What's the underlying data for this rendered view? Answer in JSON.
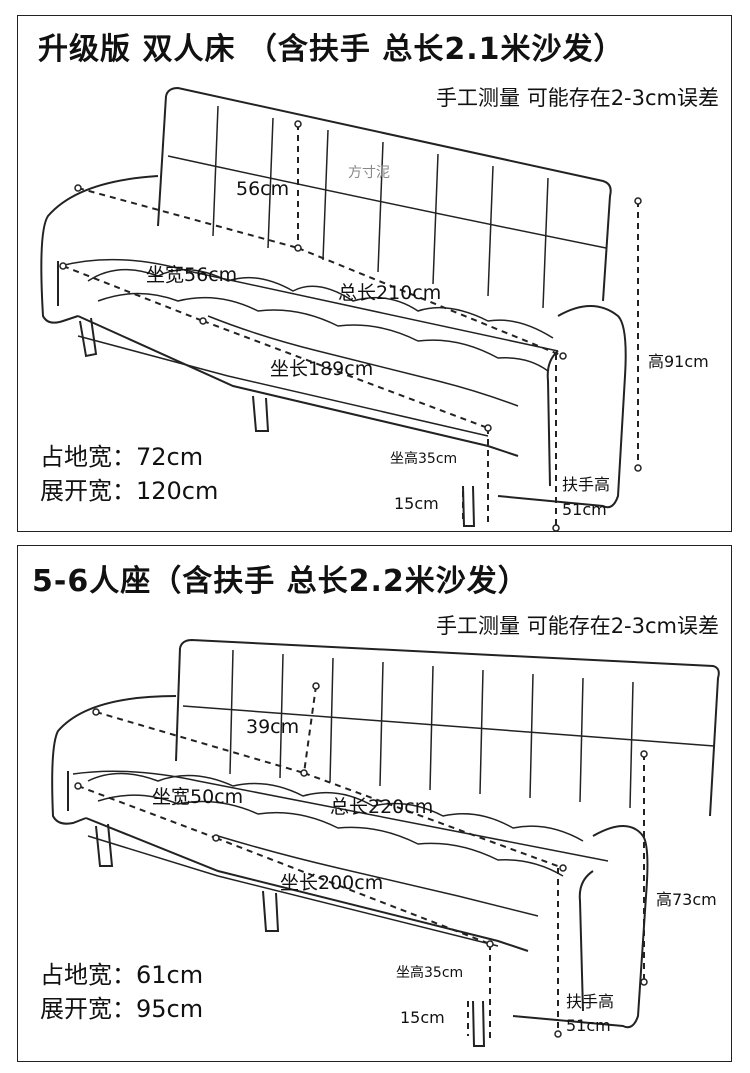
{
  "panels": [
    {
      "title": "升级版 双人床  （含扶手 总长2.1米沙发）",
      "subtitle": "手工测量 可能存在2-3cm误差",
      "watermark": "方寸泥",
      "labels": {
        "back_height": "56cm",
        "seat_width": "坐宽56cm",
        "total_length": "总长210cm",
        "seat_length": "坐长189cm",
        "height": "高91cm",
        "seat_height": "坐高35cm",
        "leg_height": "15cm",
        "armrest_height_label": "扶手高",
        "armrest_height_value": "51cm"
      },
      "specs": {
        "floor_width": "占地宽：72cm",
        "unfold_width": "展开宽：120cm"
      }
    },
    {
      "title": "5-6人座（含扶手 总长2.2米沙发）",
      "subtitle": "手工测量 可能存在2-3cm误差",
      "labels": {
        "back_height": "39cm",
        "seat_width": "坐宽50cm",
        "total_length": "总长220cm",
        "seat_length": "坐长200cm",
        "height": "高73cm",
        "seat_height": "坐高35cm",
        "leg_height": "15cm",
        "armrest_height_label": "扶手高",
        "armrest_height_value": "51cm"
      },
      "specs": {
        "floor_width": "占地宽：61cm",
        "unfold_width": "展开宽：95cm"
      }
    }
  ]
}
